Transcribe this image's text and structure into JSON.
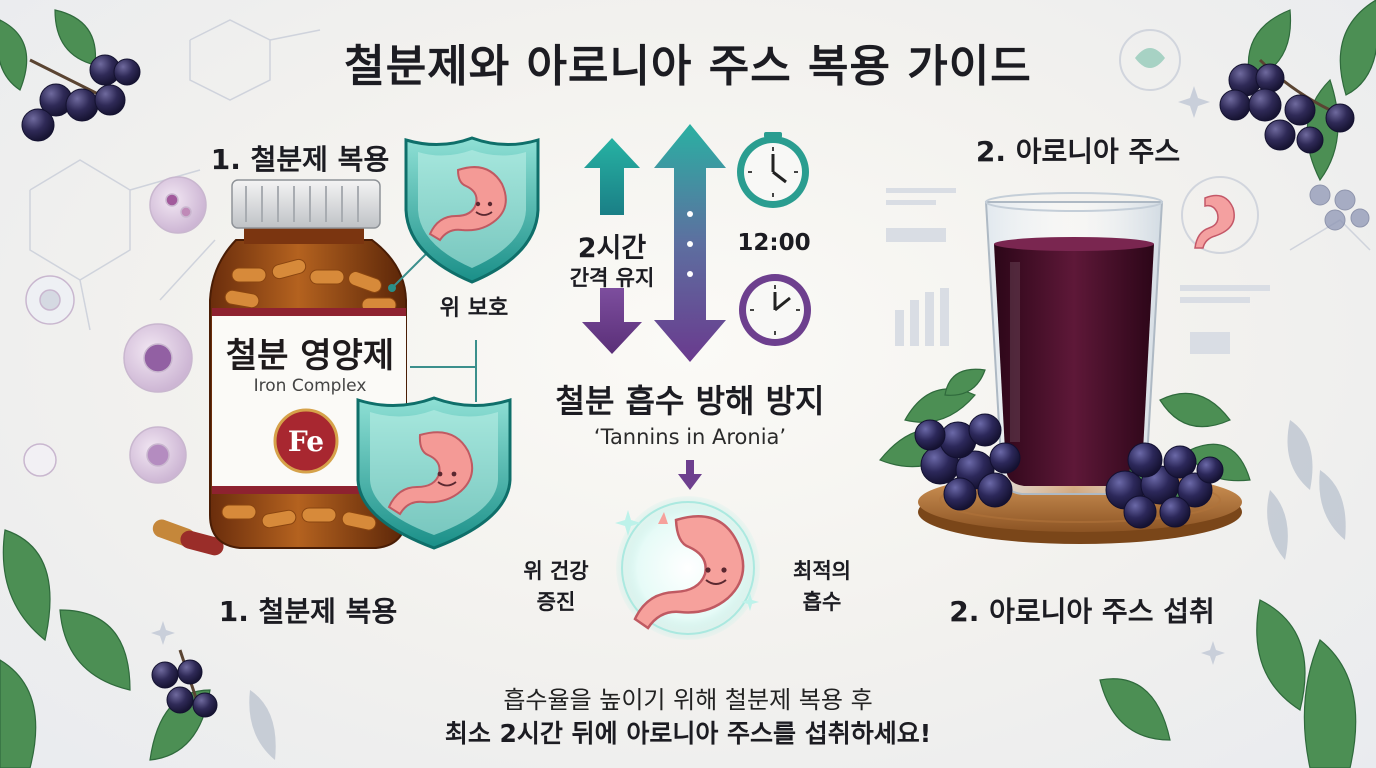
{
  "title": "철분제와 아로니아 주스 복용 가이드",
  "left": {
    "heading": "1. 철분제 복용",
    "footer": "1. 철분제 복용",
    "bottle_label_main": "철분 영양제",
    "bottle_label_sub": "Iron Complex",
    "bottle_badge": "Fe",
    "stomach_protect": "위 보호"
  },
  "center": {
    "interval_line1": "2시간",
    "interval_line2": "간격 유지",
    "clock_time": "12:00",
    "block_title": "철분 흡수 방해 방지",
    "block_sub": "‘Tannins in Aronia’",
    "side_left_1": "위 건강",
    "side_left_2": "증진",
    "side_right_1": "최적의",
    "side_right_2": "흡수"
  },
  "right": {
    "heading": "2. 아로니아 주스",
    "footer": "2. 아로니아 주스 섭취"
  },
  "bottom": {
    "line1": "흡수율을 높이기 위해 철분제 복용 후",
    "line2": "최소 2시간 뒤에 아로니아 주스를 섭취하세요!"
  },
  "colors": {
    "teal": "#1fa598",
    "purple": "#6d3f8e",
    "juice": "#4a0f2c",
    "bottle": "#a5531a",
    "fe_red": "#a82730",
    "berry": "#2e2754",
    "leaf": "#4c8f54"
  }
}
